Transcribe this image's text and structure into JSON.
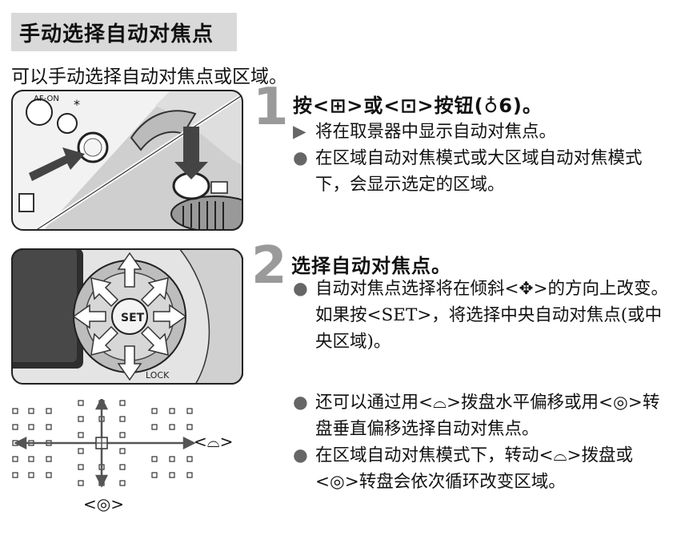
{
  "header": {
    "title": "手动选择自动对焦点"
  },
  "intro": "可以手动选择自动对焦点或区域。",
  "step1": {
    "number": "1",
    "heading": "按<⊞>或<⊡>按钮(♁6)。",
    "bullets": [
      {
        "marker": "▶",
        "text": "将在取景器中显示自动对焦点。"
      },
      {
        "marker": "●",
        "text": "在区域自动对焦模式或大区域自动对焦模式下，会显示选定的区域。"
      }
    ]
  },
  "step2": {
    "number": "2",
    "heading": "选择自动对焦点。",
    "bullets": [
      {
        "marker": "●",
        "text": "自动对焦点选择将在倾斜<✥>的方向上改变。如果按<SET>，将选择中央自动对焦点(或中央区域)。"
      }
    ],
    "bullets2": [
      {
        "marker": "●",
        "text": "还可以通过用<⌓>拨盘水平偏移或用<◎>转盘垂直偏移选择自动对焦点。"
      },
      {
        "marker": "●",
        "text": "在区域自动对焦模式下，转动<⌓>拨盘或<◎>转盘会依次循环改变区域。"
      }
    ]
  },
  "diagram": {
    "main_dial_label": "<⌓>",
    "quick_dial_label": "<◎>"
  },
  "photo1_labels": {
    "af_on": "AF-ON",
    "star": "*"
  },
  "photo2_labels": {
    "lock": "LOCK",
    "set": "SET"
  }
}
